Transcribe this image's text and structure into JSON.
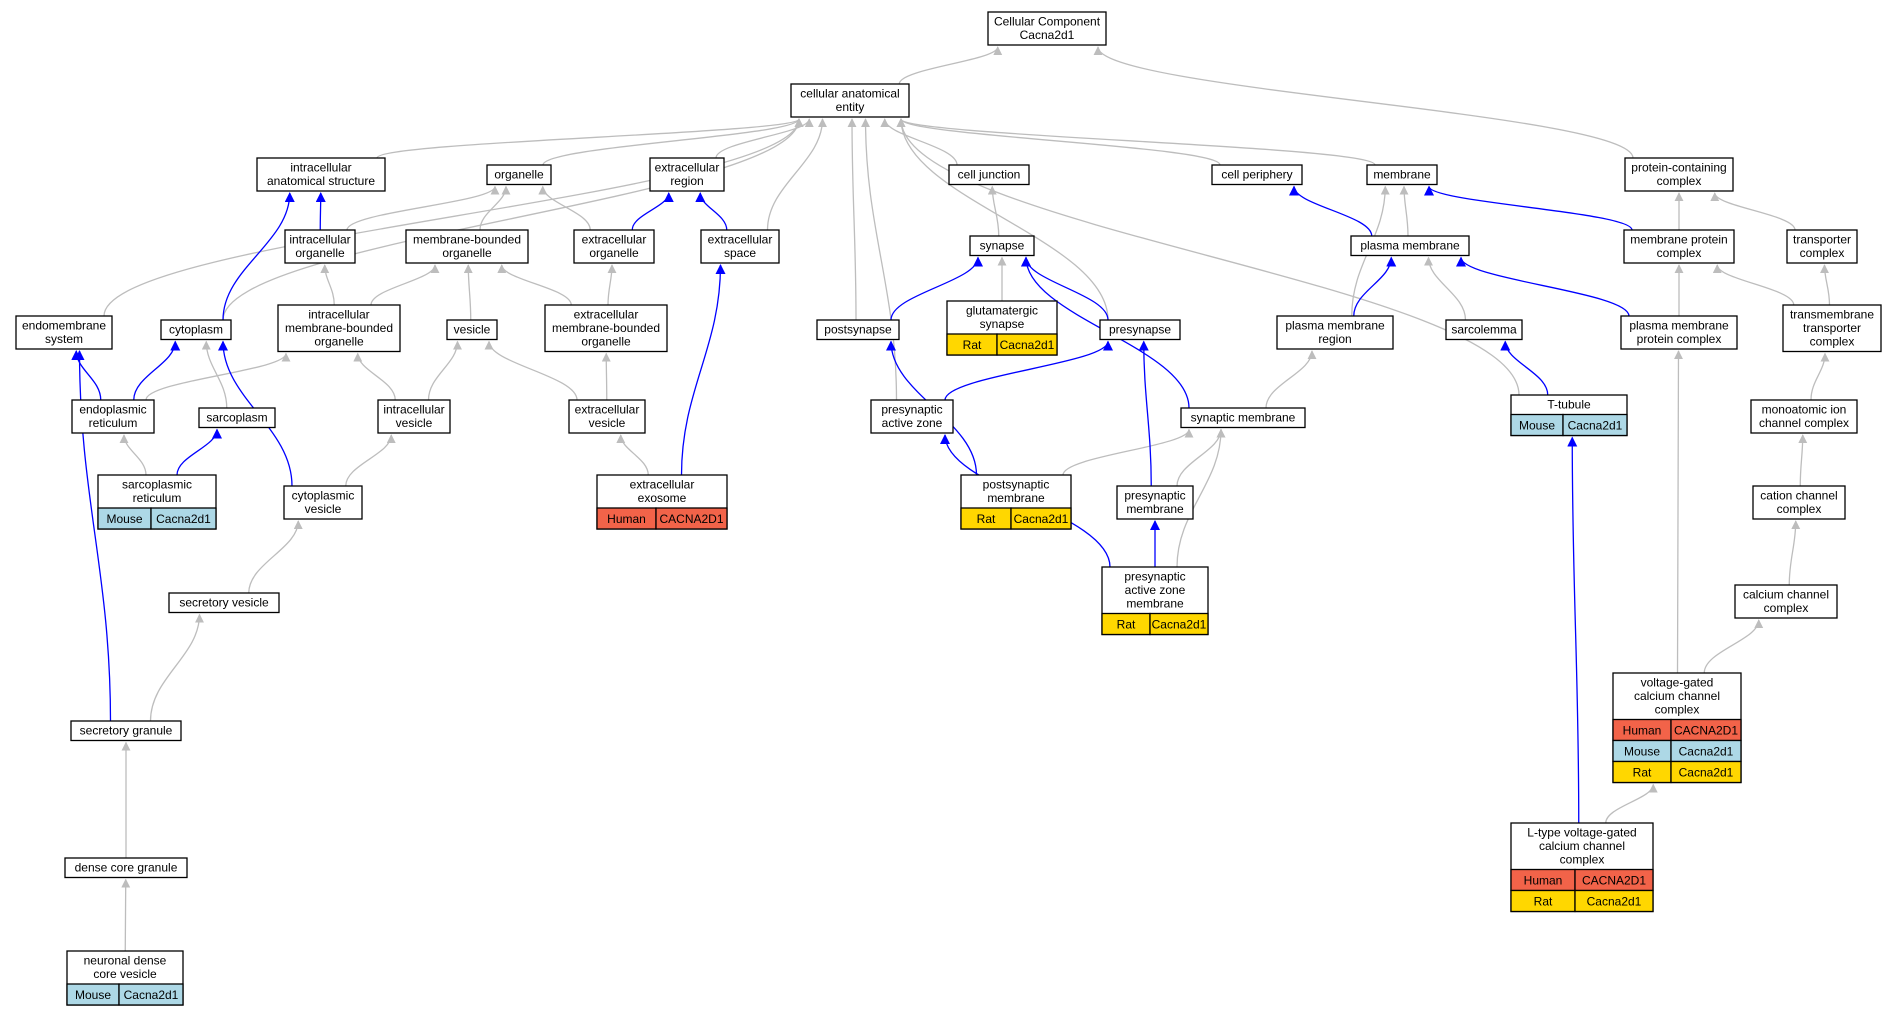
{
  "colors": {
    "edge_isa": "#bdbdbd",
    "edge_partof": "#0000ff",
    "species": {
      "Human": "#f26349",
      "Mouse": "#add8e6",
      "Rat": "#ffd700"
    }
  },
  "nodes": {
    "root": [
      "Cellular Component",
      "Cacna2d1"
    ],
    "cae": [
      "cellular anatomical",
      "entity"
    ],
    "ias": [
      "intracellular",
      "anatomical structure"
    ],
    "organelle": [
      "organelle"
    ],
    "ecr": [
      "extracellular",
      "region"
    ],
    "cj": [
      "cell junction"
    ],
    "cp": [
      "cell periphery"
    ],
    "membrane": [
      "membrane"
    ],
    "pcc": [
      "protein-containing",
      "complex"
    ],
    "io": [
      "intracellular",
      "organelle"
    ],
    "mbo": [
      "membrane-bounded",
      "organelle"
    ],
    "eco": [
      "extracellular",
      "organelle"
    ],
    "ecs": [
      "extracellular",
      "space"
    ],
    "synapse": [
      "synapse"
    ],
    "pm": [
      "plasma membrane"
    ],
    "mpc": [
      "membrane protein",
      "complex"
    ],
    "tc": [
      "transporter",
      "complex"
    ],
    "es": [
      "endomembrane",
      "system"
    ],
    "cytoplasm": [
      "cytoplasm"
    ],
    "imbo": [
      "intracellular",
      "membrane-bounded",
      "organelle"
    ],
    "vesicle": [
      "vesicle"
    ],
    "embo": [
      "extracellular",
      "membrane-bounded",
      "organelle"
    ],
    "postsynapse": [
      "postsynapse"
    ],
    "gs": [
      "glutamatergic",
      "synapse"
    ],
    "presynapse": [
      "presynapse"
    ],
    "pmr": [
      "plasma membrane",
      "region"
    ],
    "sarcolemma": [
      "sarcolemma"
    ],
    "pmpc": [
      "plasma membrane",
      "protein complex"
    ],
    "tmtc": [
      "transmembrane",
      "transporter",
      "complex"
    ],
    "er": [
      "endoplasmic",
      "reticulum"
    ],
    "sarcoplasm": [
      "sarcoplasm"
    ],
    "iv": [
      "intracellular",
      "vesicle"
    ],
    "ev": [
      "extracellular",
      "vesicle"
    ],
    "paz": [
      "presynaptic",
      "active zone"
    ],
    "sm": [
      "synaptic membrane"
    ],
    "ttub": [
      "T-tubule"
    ],
    "micc": [
      "monoatomic ion",
      "channel complex"
    ],
    "sr": [
      "sarcoplasmic",
      "reticulum"
    ],
    "cv": [
      "cytoplasmic",
      "vesicle"
    ],
    "exo": [
      "extracellular",
      "exosome"
    ],
    "psm": [
      "postsynaptic",
      "membrane"
    ],
    "prm": [
      "presynaptic",
      "membrane"
    ],
    "ccc": [
      "cation channel",
      "complex"
    ],
    "pazm": [
      "presynaptic",
      "active zone",
      "membrane"
    ],
    "cacc": [
      "calcium channel",
      "complex"
    ],
    "sv": [
      "secretory vesicle"
    ],
    "vgccc": [
      "voltage-gated",
      "calcium channel",
      "complex"
    ],
    "sg": [
      "secretory granule"
    ],
    "ltype": [
      "L-type voltage-gated",
      "calcium channel",
      "complex"
    ],
    "dcg": [
      "dense core granule"
    ],
    "ndcv": [
      "neuronal dense",
      "core vesicle"
    ]
  },
  "annotations": {
    "gs": [
      [
        "Rat",
        "Cacna2d1"
      ]
    ],
    "ttub": [
      [
        "Mouse",
        "Cacna2d1"
      ]
    ],
    "sr": [
      [
        "Mouse",
        "Cacna2d1"
      ]
    ],
    "exo": [
      [
        "Human",
        "CACNA2D1"
      ]
    ],
    "psm": [
      [
        "Rat",
        "Cacna2d1"
      ]
    ],
    "pazm": [
      [
        "Rat",
        "Cacna2d1"
      ]
    ],
    "vgccc": [
      [
        "Human",
        "CACNA2D1"
      ],
      [
        "Mouse",
        "Cacna2d1"
      ],
      [
        "Rat",
        "Cacna2d1"
      ]
    ],
    "ltype": [
      [
        "Human",
        "CACNA2D1"
      ],
      [
        "Rat",
        "Cacna2d1"
      ]
    ],
    "ndcv": [
      [
        "Mouse",
        "Cacna2d1"
      ]
    ]
  },
  "edges": [
    [
      "cae",
      "root",
      "isa"
    ],
    [
      "pcc",
      "root",
      "isa"
    ],
    [
      "ias",
      "cae",
      "isa"
    ],
    [
      "organelle",
      "cae",
      "isa"
    ],
    [
      "ecr",
      "cae",
      "isa"
    ],
    [
      "cj",
      "cae",
      "isa"
    ],
    [
      "cp",
      "cae",
      "isa"
    ],
    [
      "membrane",
      "cae",
      "isa"
    ],
    [
      "es",
      "cae",
      "isa"
    ],
    [
      "cytoplasm",
      "cae",
      "isa"
    ],
    [
      "ecs",
      "cae",
      "isa"
    ],
    [
      "paz",
      "cae",
      "isa"
    ],
    [
      "postsynapse",
      "cae",
      "isa"
    ],
    [
      "presynapse",
      "cae",
      "isa"
    ],
    [
      "ttub",
      "cae",
      "isa"
    ],
    [
      "io",
      "ias",
      "partof"
    ],
    [
      "io",
      "organelle",
      "isa"
    ],
    [
      "mbo",
      "organelle",
      "isa"
    ],
    [
      "eco",
      "organelle",
      "isa"
    ],
    [
      "eco",
      "ecr",
      "partof"
    ],
    [
      "ecs",
      "ecr",
      "partof"
    ],
    [
      "synapse",
      "cj",
      "isa"
    ],
    [
      "pm",
      "cp",
      "partof"
    ],
    [
      "pm",
      "membrane",
      "isa"
    ],
    [
      "mpc",
      "membrane",
      "partof"
    ],
    [
      "mpc",
      "pcc",
      "isa"
    ],
    [
      "tc",
      "pcc",
      "isa"
    ],
    [
      "cytoplasm",
      "ias",
      "partof"
    ],
    [
      "imbo",
      "io",
      "isa"
    ],
    [
      "imbo",
      "mbo",
      "isa"
    ],
    [
      "vesicle",
      "mbo",
      "isa"
    ],
    [
      "embo",
      "mbo",
      "isa"
    ],
    [
      "embo",
      "eco",
      "isa"
    ],
    [
      "postsynapse",
      "synapse",
      "partof"
    ],
    [
      "gs",
      "synapse",
      "isa"
    ],
    [
      "presynapse",
      "synapse",
      "partof"
    ],
    [
      "pmr",
      "pm",
      "partof"
    ],
    [
      "pmr",
      "membrane",
      "isa"
    ],
    [
      "sarcolemma",
      "pm",
      "isa"
    ],
    [
      "pmpc",
      "pm",
      "partof"
    ],
    [
      "pmpc",
      "mpc",
      "isa"
    ],
    [
      "tmtc",
      "mpc",
      "isa"
    ],
    [
      "tmtc",
      "tc",
      "isa"
    ],
    [
      "er",
      "es",
      "partof"
    ],
    [
      "er",
      "cytoplasm",
      "partof"
    ],
    [
      "er",
      "imbo",
      "isa"
    ],
    [
      "sarcoplasm",
      "cytoplasm",
      "isa"
    ],
    [
      "iv",
      "imbo",
      "isa"
    ],
    [
      "iv",
      "vesicle",
      "isa"
    ],
    [
      "ev",
      "vesicle",
      "isa"
    ],
    [
      "ev",
      "embo",
      "isa"
    ],
    [
      "paz",
      "presynapse",
      "partof"
    ],
    [
      "sm",
      "pmr",
      "isa"
    ],
    [
      "sm",
      "synapse",
      "partof"
    ],
    [
      "ttub",
      "sarcolemma",
      "partof"
    ],
    [
      "micc",
      "tmtc",
      "isa"
    ],
    [
      "sr",
      "er",
      "isa"
    ],
    [
      "sr",
      "sarcoplasm",
      "partof"
    ],
    [
      "cv",
      "cytoplasm",
      "partof"
    ],
    [
      "cv",
      "iv",
      "isa"
    ],
    [
      "exo",
      "ev",
      "isa"
    ],
    [
      "exo",
      "ecs",
      "partof"
    ],
    [
      "psm",
      "postsynapse",
      "partof"
    ],
    [
      "psm",
      "sm",
      "isa"
    ],
    [
      "prm",
      "presynapse",
      "partof"
    ],
    [
      "prm",
      "sm",
      "isa"
    ],
    [
      "ccc",
      "micc",
      "isa"
    ],
    [
      "pazm",
      "paz",
      "partof"
    ],
    [
      "pazm",
      "prm",
      "partof"
    ],
    [
      "pazm",
      "sm",
      "isa"
    ],
    [
      "cacc",
      "ccc",
      "isa"
    ],
    [
      "sv",
      "cv",
      "isa"
    ],
    [
      "vgccc",
      "pmpc",
      "isa"
    ],
    [
      "vgccc",
      "cacc",
      "isa"
    ],
    [
      "sg",
      "sv",
      "isa"
    ],
    [
      "sg",
      "es",
      "partof"
    ],
    [
      "ltype",
      "vgccc",
      "isa"
    ],
    [
      "ltype",
      "ttub",
      "partof"
    ],
    [
      "dcg",
      "sg",
      "isa"
    ],
    [
      "ndcv",
      "dcg",
      "isa"
    ]
  ]
}
